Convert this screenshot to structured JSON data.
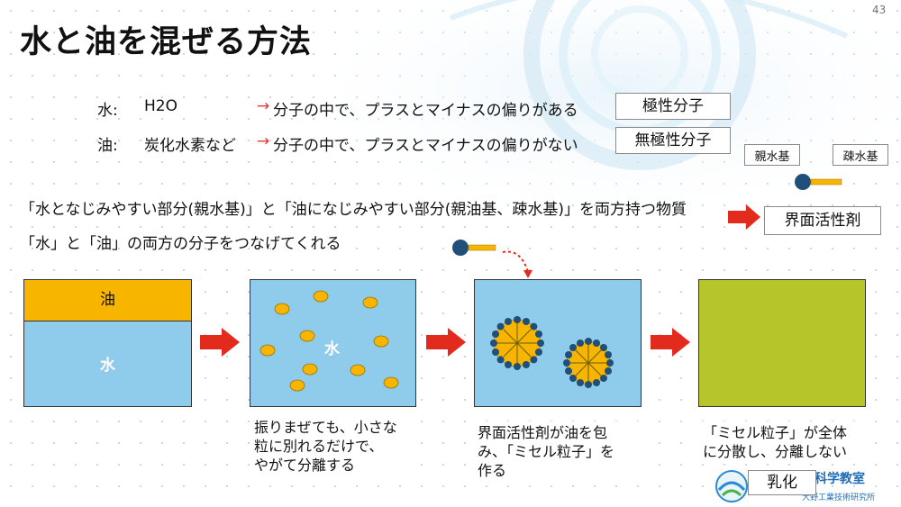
{
  "page": {
    "title": "水と油を混ぜる方法",
    "number": "43"
  },
  "rows": [
    {
      "label": "水:",
      "formula": "H2O",
      "arrow": "→",
      "text": "分子の中で、プラスとマイナスの偏りがある",
      "box": "極性分子"
    },
    {
      "label": "油:",
      "formula": "炭化水素など",
      "arrow": "→",
      "text": "分子の中で、プラスとマイナスの偏りがない",
      "box": "無極性分子"
    }
  ],
  "legend": {
    "hydrophilic": "親水基",
    "hydrophobic": "疎水基"
  },
  "description": {
    "line1": "「水となじみやすい部分(親水基)」と「油になじみやすい部分(親油基、疎水基)」を両方持つ物質",
    "line2": "「水」と「油」の両方の分子をつなげてくれる",
    "result": "界面活性剤"
  },
  "panels": {
    "oil": "油",
    "water": "水",
    "water2": "水"
  },
  "captions": {
    "c1": [
      "振りまぜても、小さな",
      "粒に別れるだけで、",
      "やがて分離する"
    ],
    "c2": [
      "界面活性剤が油を包",
      "み、「ミセル粒子」を",
      "作る"
    ],
    "c3": [
      "「ミセル粒子」が全体",
      "に分散し、分離しない"
    ]
  },
  "emulsion_label": "乳化",
  "logo": {
    "text": "科学教室",
    "sub": "大野工業技術研究所"
  },
  "colors": {
    "water": "#8fcbea",
    "oil": "#f7b500",
    "emulsion": "#b5c52a",
    "arrow": "#e32b1d",
    "head": "#1f4f7a"
  }
}
